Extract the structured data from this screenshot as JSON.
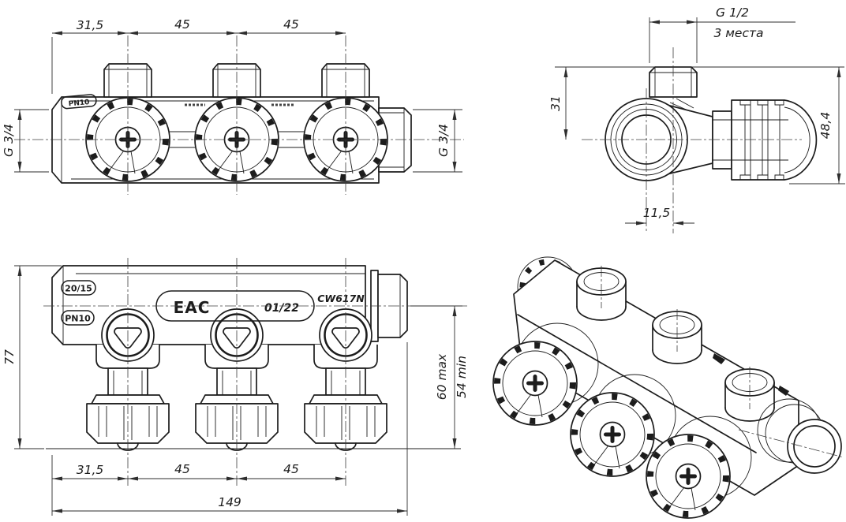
{
  "drawing": {
    "background": "#ffffff",
    "line_color": "#1c1c1c"
  },
  "plan_view": {
    "dim_left_offset": "31,5",
    "dim_pitch_1": "45",
    "dim_pitch_2": "45",
    "inlet_thread": "G 3/4",
    "outlet_thread": "G 3/4",
    "marking_pn": "PN10"
  },
  "side_view": {
    "port_thread": "G 1/2",
    "port_places": "3 места",
    "dim_center_height": "31",
    "dim_total_height": "48,4",
    "dim_axis_offset": "11,5"
  },
  "front_view": {
    "dim_height": "77",
    "dim_depth_max": "60 max",
    "dim_depth_min": "54 min",
    "dim_left_offset": "31,5",
    "dim_pitch_1": "45",
    "dim_pitch_2": "45",
    "dim_total_length": "149",
    "markings": {
      "size": "20/15",
      "pn": "PN10",
      "eac": "EAC",
      "date": "01/22",
      "alloy": "CW617N"
    }
  }
}
